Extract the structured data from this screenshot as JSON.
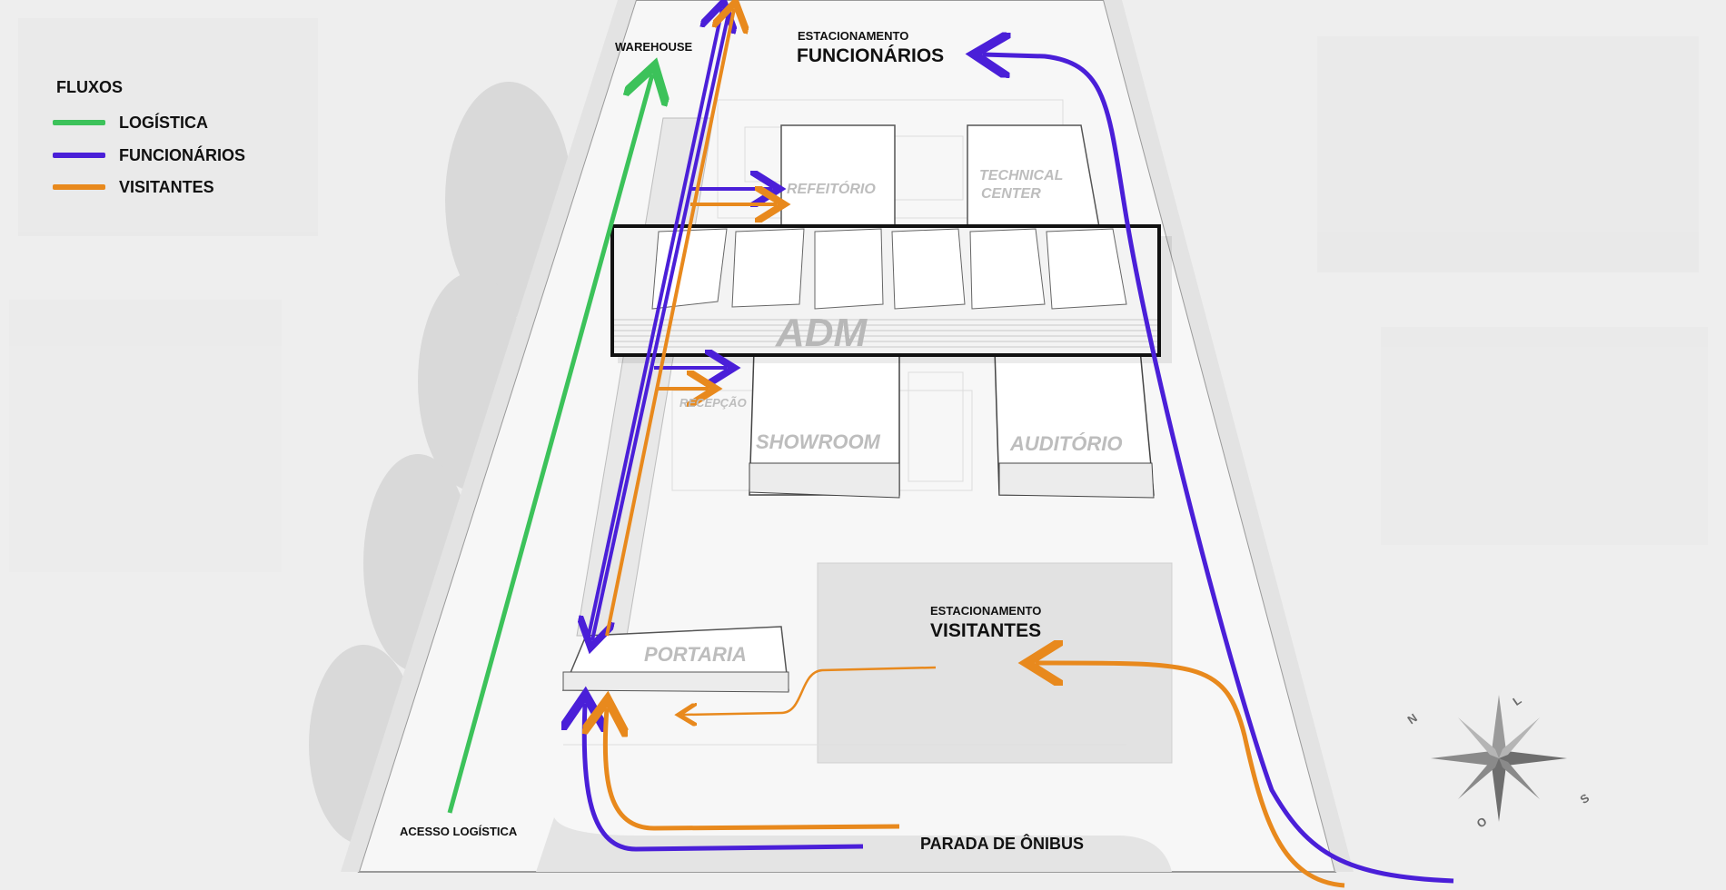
{
  "legend": {
    "title": "FLUXOS",
    "items": [
      {
        "label": "LOGÍSTICA",
        "color": "#3cc25a"
      },
      {
        "label": "FUNCIONÁRIOS",
        "color": "#4a1fd8"
      },
      {
        "label": "VISITANTES",
        "color": "#e8891d"
      }
    ]
  },
  "labels": {
    "warehouse": "WAREHOUSE",
    "parking_staff_small": "ESTACIONAMENTO",
    "parking_staff_big": "FUNCIONÁRIOS",
    "parking_visitors_small": "ESTACIONAMENTO",
    "parking_visitors_big": "VISITANTES",
    "logistics_access": "ACESSO LOGÍSTICA",
    "bus_stop": "PARADA DE ÔNIBUS"
  },
  "buildings": {
    "refeitorio": "REFEITÓRIO",
    "technical_1": "TECHNICAL",
    "technical_2": "CENTER",
    "adm": "ADM",
    "recepcao": "RECEPÇÃO",
    "showroom": "SHOWROOM",
    "auditorio": "AUDITÓRIO",
    "portaria": "PORTARIA"
  },
  "compass": {
    "n": "N",
    "l": "L",
    "s": "S",
    "o": "O"
  }
}
